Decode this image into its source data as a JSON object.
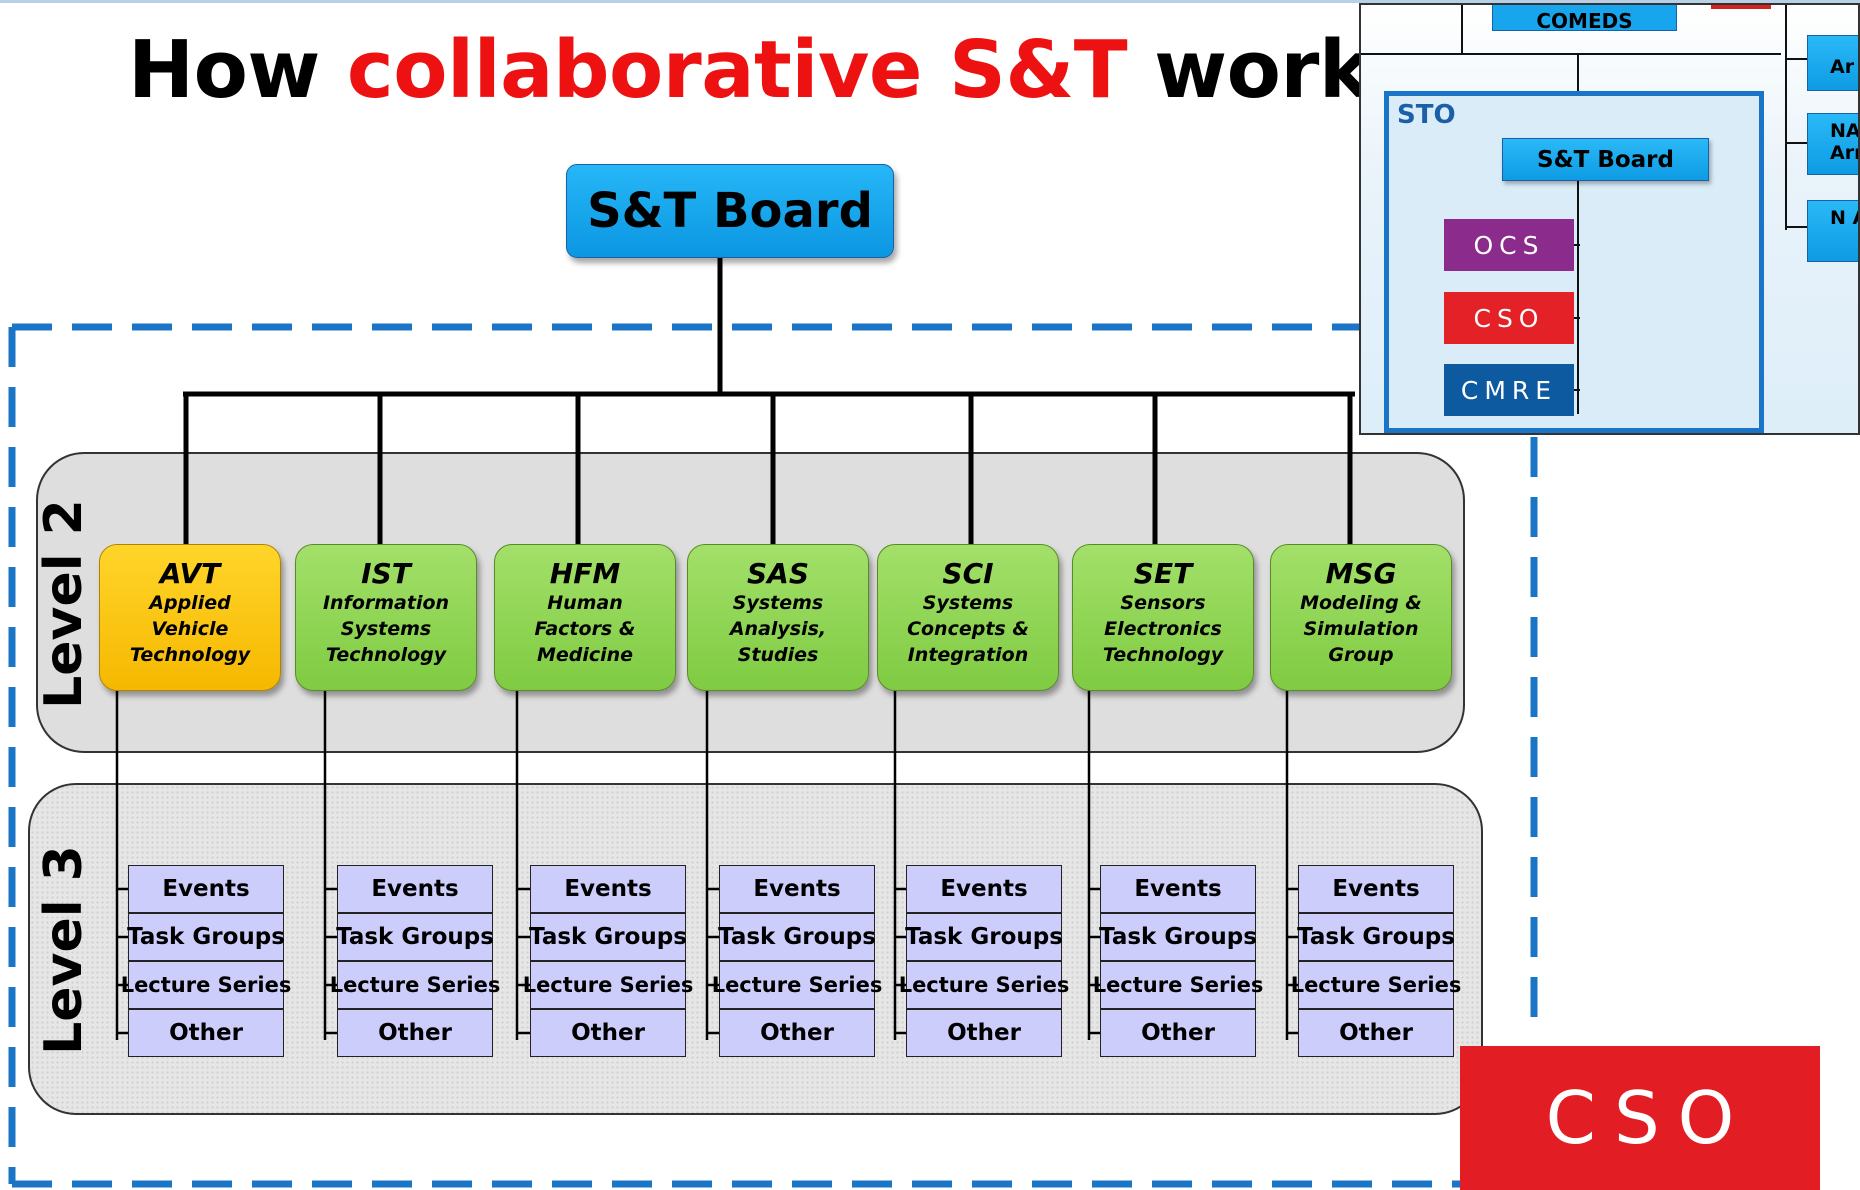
{
  "title": {
    "prefix": "How ",
    "highlight": "collaborative S&T",
    "suffix": " works?"
  },
  "board_label": "S&T Board",
  "levels": {
    "level2": "Level 2",
    "level3": "Level 3"
  },
  "panels": [
    {
      "abbr": "AVT",
      "name": [
        "Applied",
        "Vehicle",
        "Technology"
      ],
      "color": "#f6b800"
    },
    {
      "abbr": "IST",
      "name": [
        "Information",
        "Systems",
        "Technology"
      ],
      "color": "#8fd452"
    },
    {
      "abbr": "HFM",
      "name": [
        "Human",
        "Factors &",
        "Medicine"
      ],
      "color": "#8fd452"
    },
    {
      "abbr": "SAS",
      "name": [
        "Systems",
        "Analysis,",
        "Studies"
      ],
      "color": "#8fd452"
    },
    {
      "abbr": "SCI",
      "name": [
        "Systems",
        "Concepts &",
        "Integration"
      ],
      "color": "#8fd452"
    },
    {
      "abbr": "SET",
      "name": [
        "Sensors",
        "Electronics",
        "Technology"
      ],
      "color": "#8fd452"
    },
    {
      "abbr": "MSG",
      "name": [
        "Modeling &",
        "Simulation",
        "Group"
      ],
      "color": "#8fd452"
    }
  ],
  "activities": [
    "Events",
    "Task Groups",
    "Lecture Series",
    "Other"
  ],
  "inset": {
    "sto_label": "STO",
    "board_label": "S&T Board",
    "comeds_label": "COMEDS",
    "orgs": [
      {
        "label": "OCS",
        "color": "#8b2c8d"
      },
      {
        "label": "CSO",
        "color": "#e32127"
      },
      {
        "label": "CMRE",
        "color": "#0d5aa0"
      }
    ],
    "side_boxes": [
      "Ar",
      "NA Arr",
      "N A"
    ]
  },
  "logo_text": "CSO",
  "colors": {
    "accent_red": "#ee1111",
    "board_blue": "#0b96e2",
    "dash_blue": "#1a75c7",
    "activity_fill": "#cccdfb"
  }
}
